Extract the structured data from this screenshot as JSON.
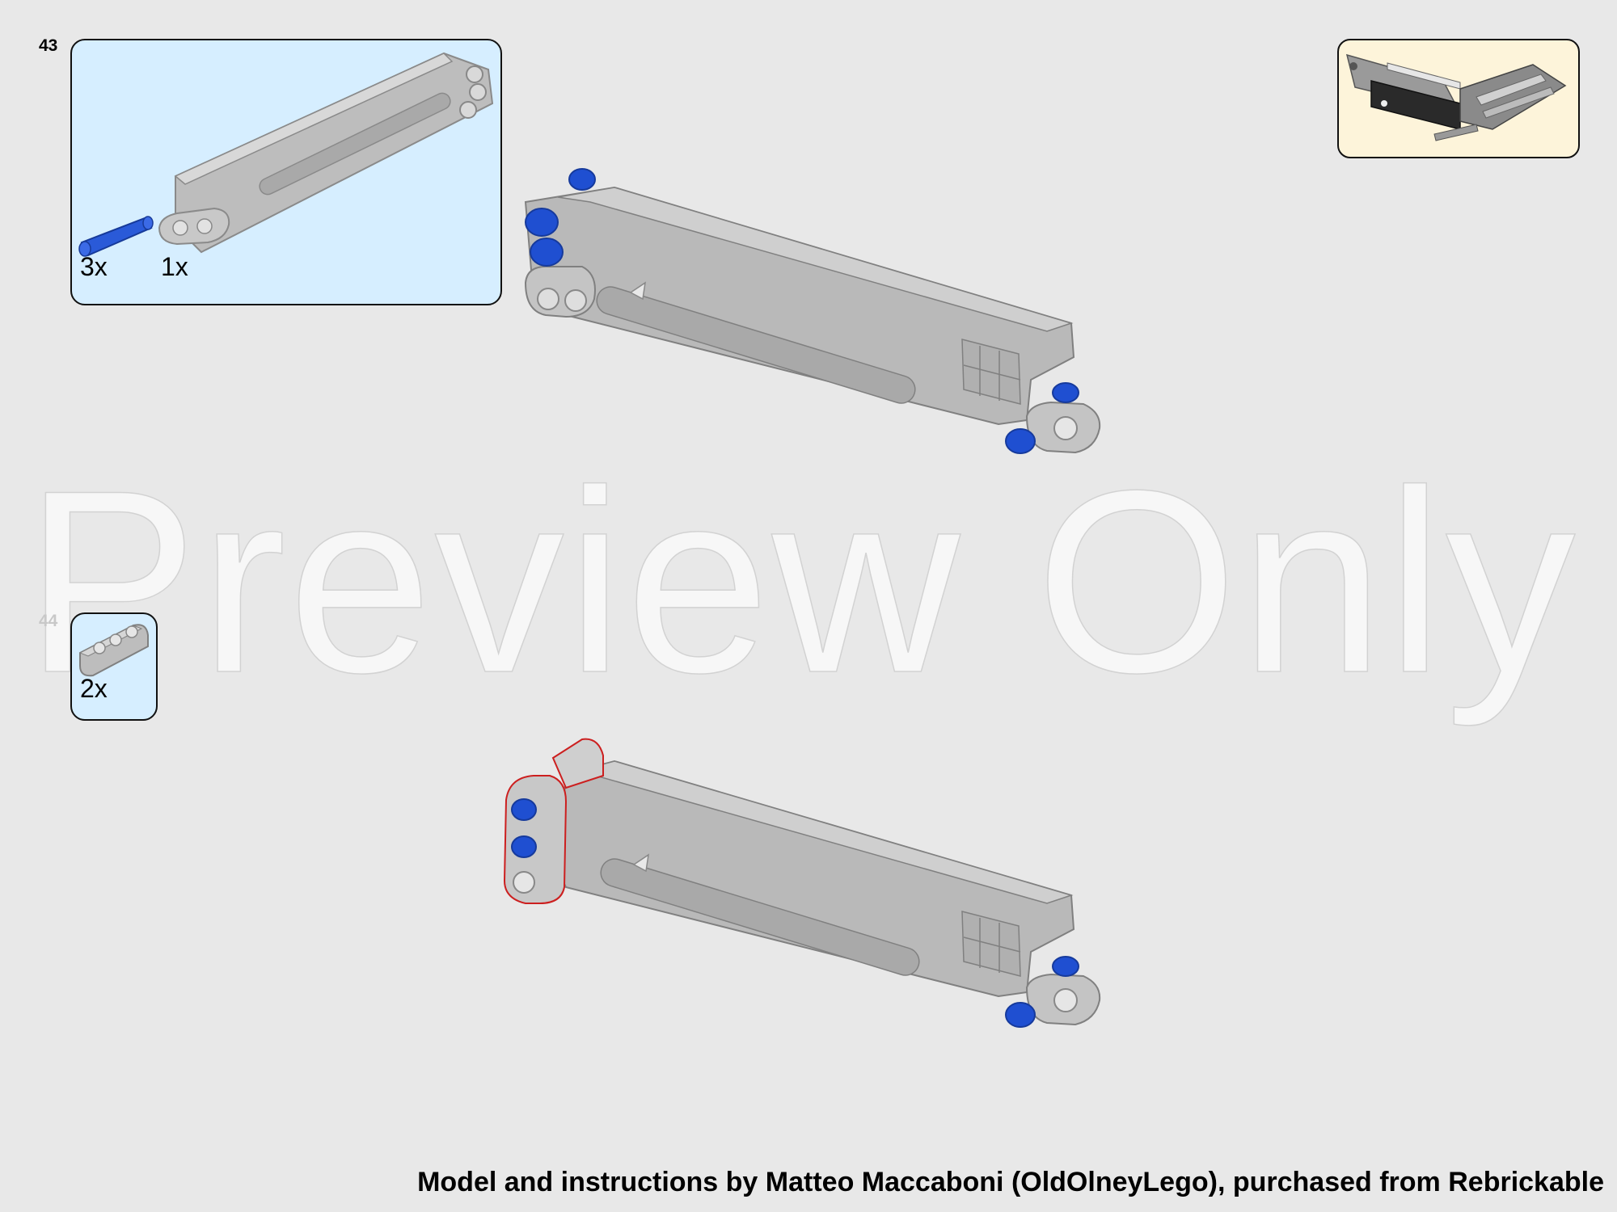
{
  "steps": [
    {
      "number": "43",
      "parts": [
        {
          "quantity": "3x",
          "part": "blue-pin-icon"
        },
        {
          "quantity": "1x",
          "part": "gray-arm-icon"
        }
      ]
    },
    {
      "number": "44",
      "parts": [
        {
          "quantity": "2x",
          "part": "gray-beam-3-icon"
        }
      ]
    }
  ],
  "watermark": "Preview Only",
  "footer": "Model and instructions by Matteo Maccaboni (OldOlneyLego), purchased from Rebrickable",
  "colors": {
    "background": "#e8e8e8",
    "callout_fill": "#d6eeff",
    "preview_fill": "#fdf4da",
    "part_gray": "#b9b9b9",
    "pin_blue": "#1f4fd1",
    "highlight_red": "#cc1f1f"
  }
}
